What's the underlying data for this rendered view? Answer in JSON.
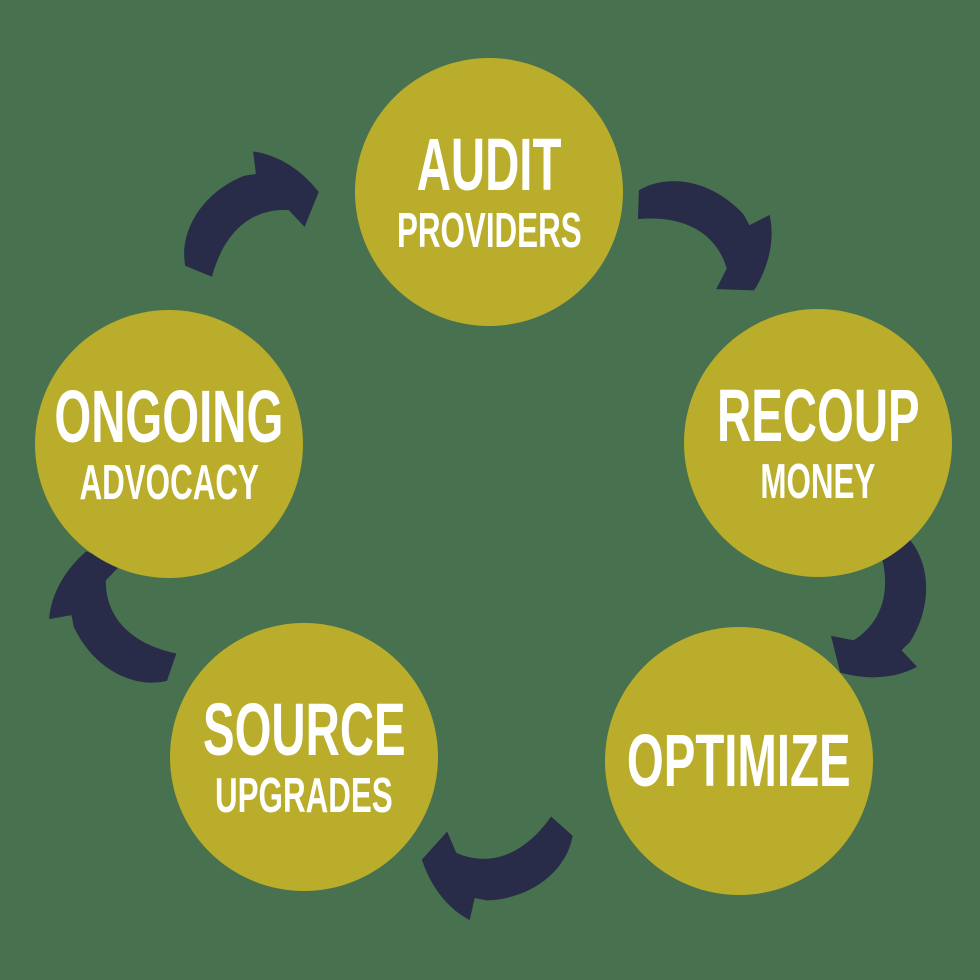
{
  "diagram_type": "circular-process-cycle",
  "colors": {
    "background": "#48714F",
    "circle": "#B9AD2B",
    "arrow": "#292C49",
    "text": "#FFFFFF"
  },
  "steps": [
    {
      "id": "audit",
      "line1": "AUDIT",
      "line2": "PROVIDERS"
    },
    {
      "id": "recoup",
      "line1": "RECOUP",
      "line2": "MONEY"
    },
    {
      "id": "optimize",
      "line1": "OPTIMIZE",
      "line2": ""
    },
    {
      "id": "source",
      "line1": "SOURCE",
      "line2": "UPGRADES"
    },
    {
      "id": "ongoing",
      "line1": "ONGOING",
      "line2": "ADVOCACY"
    }
  ],
  "arrows": [
    "curved-arrow-ongoing-to-audit",
    "curved-arrow-audit-to-recoup",
    "curved-arrow-recoup-to-optimize",
    "curved-arrow-optimize-to-source",
    "curved-arrow-source-to-ongoing"
  ]
}
